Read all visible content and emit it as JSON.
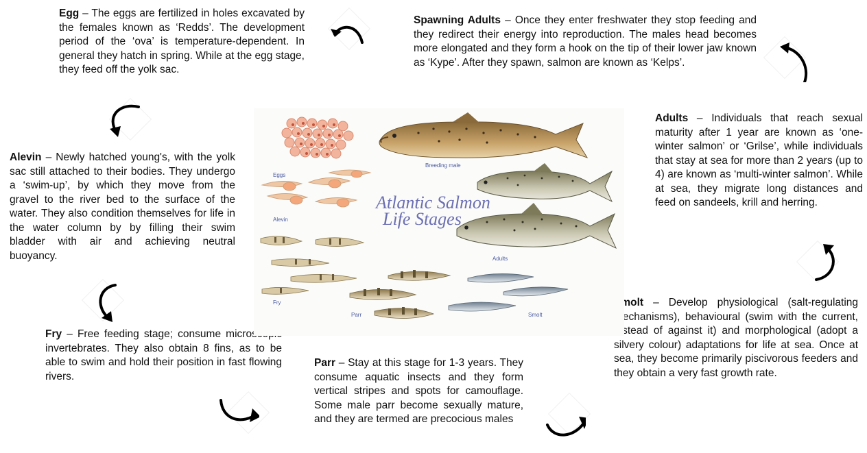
{
  "stages": [
    {
      "id": "egg",
      "title": "Egg",
      "text": " – The eggs are fertilized in holes excavated by the females known as ‘Redds’. The development period of the ‘ova’ is temperature-dependent. In general they hatch in spring. While at the egg stage, they feed off the yolk sac."
    },
    {
      "id": "spawning",
      "title": "Spawning Adults",
      "text": " – Once they enter freshwater they stop feeding and they redirect their energy into reproduction. The males head becomes more elongated and they form a hook on the tip of their lower jaw  known as ‘Kype’. After they spawn, salmon are known as ‘Kelps’."
    },
    {
      "id": "alevin",
      "title": "Alevin",
      "text": " – Newly hatched young's, with the yolk sac still attached to their bodies. They undergo a ‘swim-up’, by which they move from the gravel to the river bed to the surface of the water. They also condition themselves for life in the water column by by filling their swim bladder with air and achieving neutral buoyancy."
    },
    {
      "id": "adults",
      "title": "Adults",
      "text": " – Individuals that reach sexual maturity after 1 year are known as ‘one-winter salmon’ or ‘Grilse’, while individuals that stay at sea for more than 2 years (up to 4) are known as ‘multi-winter salmon’. While at sea, they migrate long distances and feed on sandeels, krill and herring."
    },
    {
      "id": "fry",
      "title": "Fry",
      "text": " – Free feeding stage; consume microscopic invertebrates. They also obtain 8 fins, as to be able to swim and hold their position in fast flowing rivers."
    },
    {
      "id": "smolt",
      "title": "Smolt",
      "text": " – Develop physiological (salt-regulating mechanisms), behavioural (swim with the current, instead of against it) and morphological (adopt a silvery colour) adaptations for life at sea. Once at sea, they become primarily piscivorous feeders and they obtain a very fast growth rate."
    },
    {
      "id": "parr",
      "title": "Parr",
      "text": " – Stay at this stage for 1-3 years. They consume aquatic insects and they form vertical stripes and spots for camouflage. Some male parr become sexually mature, and they are termed are precocious males"
    }
  ],
  "illustration": {
    "title_line1": "Atlantic Salmon",
    "title_line2": "Life Stages",
    "labels": {
      "eggs": "Eggs",
      "alevin": "Alevin",
      "fry": "Fry",
      "parr": "Parr",
      "smolt": "Smolt",
      "adults": "Adults",
      "breeding_male": "Breeding male"
    }
  },
  "icons": [
    "curved-arrow-icon"
  ]
}
